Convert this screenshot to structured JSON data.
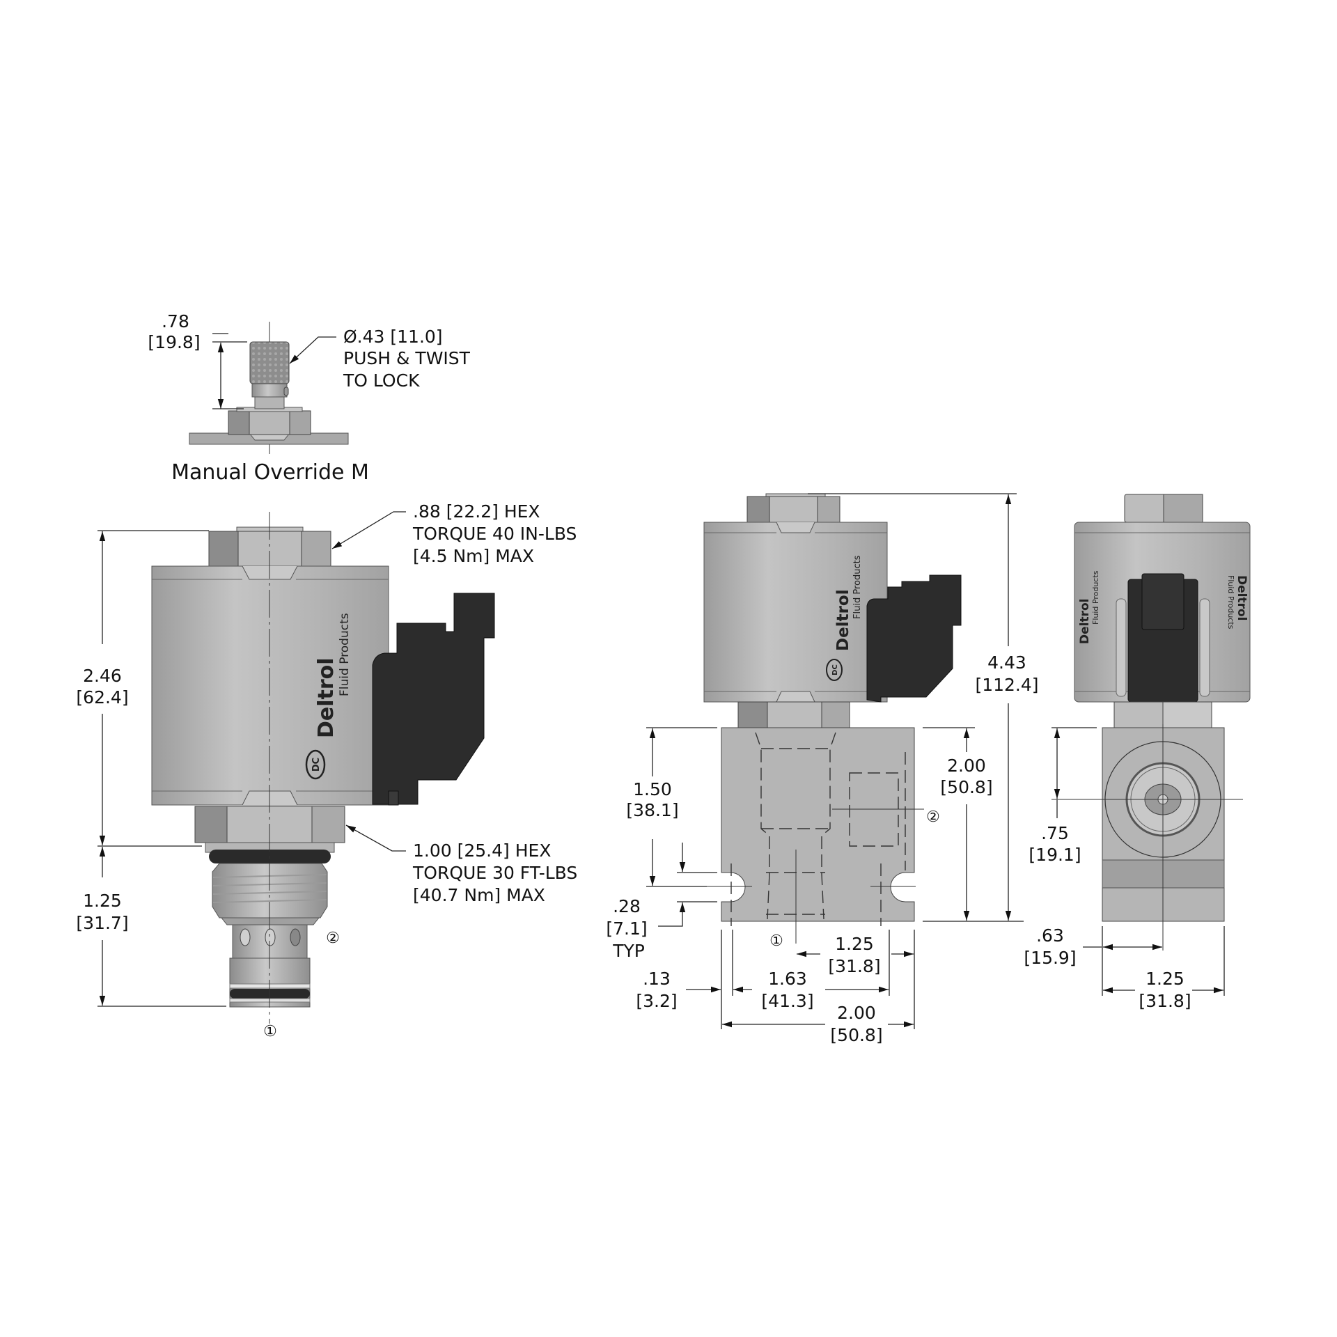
{
  "drawing": {
    "colors": {
      "background": "#ffffff",
      "metal_light": "#bdbdbd",
      "metal_mid": "#a9a9a9",
      "metal_dark": "#8a8a8a",
      "connector": "#2b2b2b",
      "line": "#222222"
    },
    "brand": {
      "name": "Deltrol",
      "sub": "Fluid Products",
      "logo_glyph": "DC"
    },
    "manual_override": {
      "title": "Manual Override M",
      "height_in": ".78",
      "height_mm": "[19.8]",
      "callout_line1": "Ø.43 [11.0]",
      "callout_line2": "PUSH & TWIST",
      "callout_line3": "TO LOCK"
    },
    "cartridge_view": {
      "coil_height_in": "2.46",
      "coil_height_mm": "[62.4]",
      "cartridge_len_in": "1.25",
      "cartridge_len_mm": "[31.7]",
      "top_hex_line1": ".88 [22.2] HEX",
      "top_hex_line2": "TORQUE 40 IN-LBS",
      "top_hex_line3": "[4.5 Nm] MAX",
      "bottom_hex_line1": "1.00 [25.4] HEX",
      "bottom_hex_line2": "TORQUE 30 FT-LBS",
      "bottom_hex_line3": "[40.7 Nm] MAX",
      "port1": "①",
      "port2": "②"
    },
    "front_view": {
      "overall_height_in": "4.43",
      "overall_height_mm": "[112.4]",
      "block_height_in": "2.00",
      "block_height_mm": "[50.8]",
      "port2_height_in": "1.50",
      "port2_height_mm": "[38.1]",
      "slot_in": ".28",
      "slot_mm": "[7.1]",
      "slot_note": "TYP",
      "port1_offset_in": "1.25",
      "port1_offset_mm": "[31.8]",
      "mount_spacing_in": "1.63",
      "mount_spacing_mm": "[41.3]",
      "edge_offset_in": ".13",
      "edge_offset_mm": "[3.2]",
      "block_width_in": "2.00",
      "block_width_mm": "[50.8]",
      "port1": "①",
      "port2": "②"
    },
    "side_view": {
      "port_height_in": ".75",
      "port_height_mm": "[19.1]",
      "center_in": ".63",
      "center_mm": "[15.9]",
      "width_in": "1.25",
      "width_mm": "[31.8]"
    }
  }
}
